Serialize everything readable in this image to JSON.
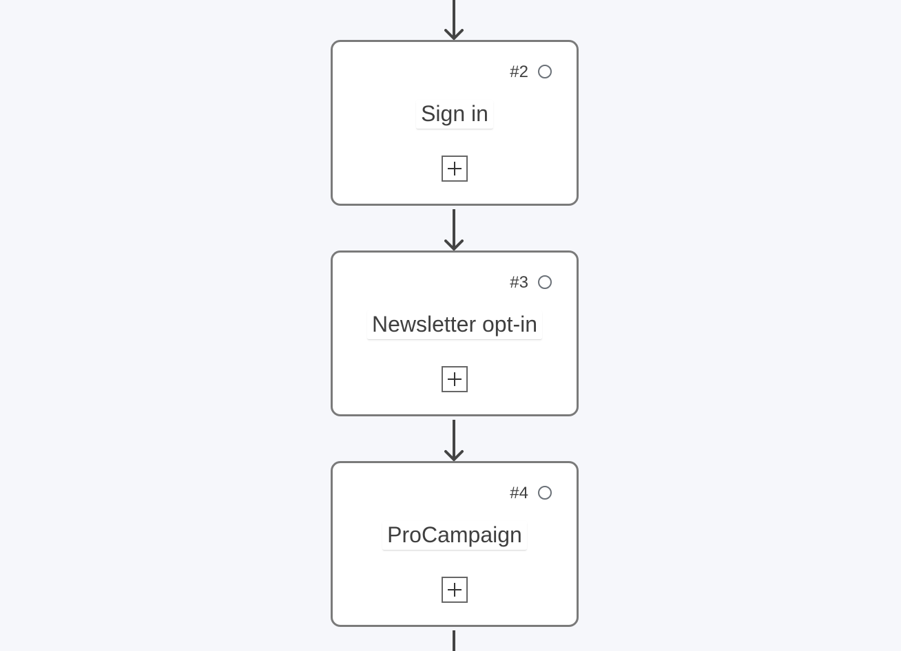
{
  "nodes": [
    {
      "number": "#2",
      "title": "Sign in"
    },
    {
      "number": "#3",
      "title": "Newsletter opt-in"
    },
    {
      "number": "#4",
      "title": "ProCampaign"
    }
  ]
}
